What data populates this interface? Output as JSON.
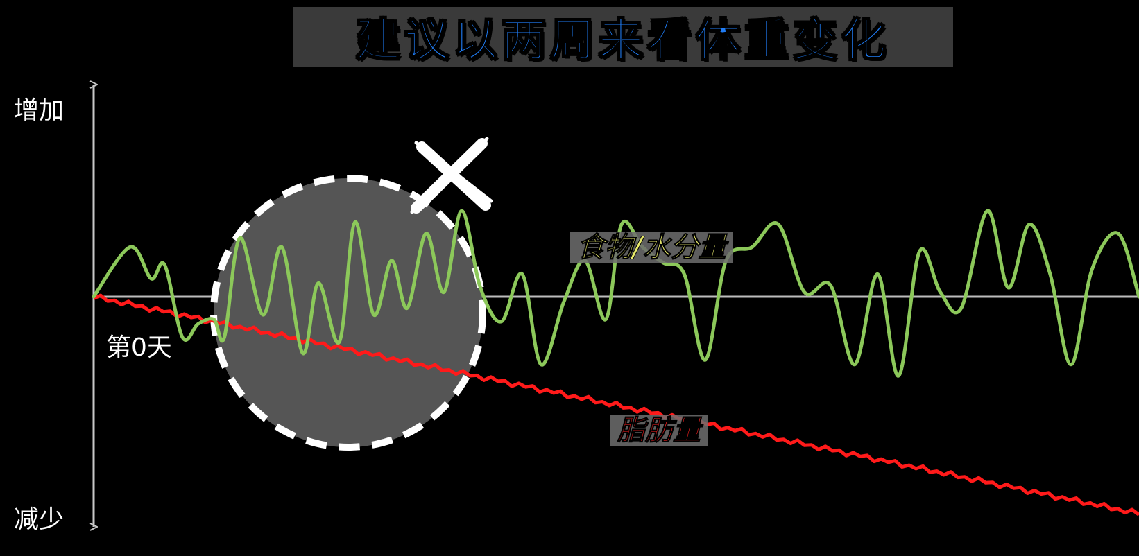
{
  "title": "建议以两周来看体重变化",
  "axis": {
    "increase_label": "增加",
    "decrease_label": "减少",
    "day_label": "第0天"
  },
  "colors": {
    "title": "#1f7cf5",
    "water_line": "#8cc85a",
    "fat_line": "#ff1a1a",
    "water_label": "#e8ea6a",
    "fat_label": "#ff2020",
    "circle_fill": "#555555",
    "axis": "#c8c8c8"
  },
  "annotations": {
    "cross_icon": "x-mark-icon",
    "circle": "dashed-highlight-circle"
  },
  "chart_data": {
    "type": "line",
    "title": "建议以两周来看体重变化",
    "xlabel": "",
    "ylabel": "",
    "y_top_label": "增加",
    "y_bottom_label": "减少",
    "x_start_label": "第0天",
    "ylim": [
      -1,
      1
    ],
    "grid": false,
    "series": [
      {
        "name": "食物/水分量",
        "x": [
          0,
          0.035,
          0.055,
          0.068,
          0.085,
          0.1,
          0.115,
          0.125,
          0.14,
          0.162,
          0.18,
          0.2,
          0.215,
          0.235,
          0.25,
          0.268,
          0.285,
          0.3,
          0.318,
          0.335,
          0.352,
          0.37,
          0.39,
          0.41,
          0.428,
          0.45,
          0.47,
          0.49,
          0.505,
          0.525,
          0.545,
          0.565,
          0.585,
          0.605,
          0.63,
          0.655,
          0.68,
          0.705,
          0.728,
          0.75,
          0.77,
          0.79,
          0.81,
          0.83,
          0.855,
          0.875,
          0.895,
          0.915,
          0.935,
          0.955,
          0.98,
          1.0
        ],
        "values": [
          0.0,
          0.22,
          0.08,
          0.14,
          -0.18,
          -0.12,
          -0.1,
          -0.18,
          0.26,
          -0.08,
          0.22,
          -0.25,
          0.06,
          -0.2,
          0.33,
          -0.08,
          0.16,
          -0.05,
          0.28,
          0.02,
          0.38,
          0.04,
          -0.11,
          0.1,
          -0.3,
          -0.02,
          0.16,
          -0.1,
          0.32,
          0.22,
          0.15,
          0.1,
          -0.28,
          0.16,
          0.22,
          0.32,
          0.02,
          0.05,
          -0.3,
          0.1,
          -0.35,
          0.2,
          0.02,
          -0.05,
          0.38,
          0.04,
          0.32,
          0.1,
          -0.3,
          0.12,
          0.28,
          0.0
        ]
      },
      {
        "name": "脂肪量",
        "x": [
          0,
          0.25,
          0.5,
          0.75,
          1.0
        ],
        "values": [
          0.0,
          -0.24,
          -0.48,
          -0.72,
          -0.96
        ]
      }
    ],
    "annotations": [
      "食物/水分量",
      "脂肪量"
    ]
  }
}
